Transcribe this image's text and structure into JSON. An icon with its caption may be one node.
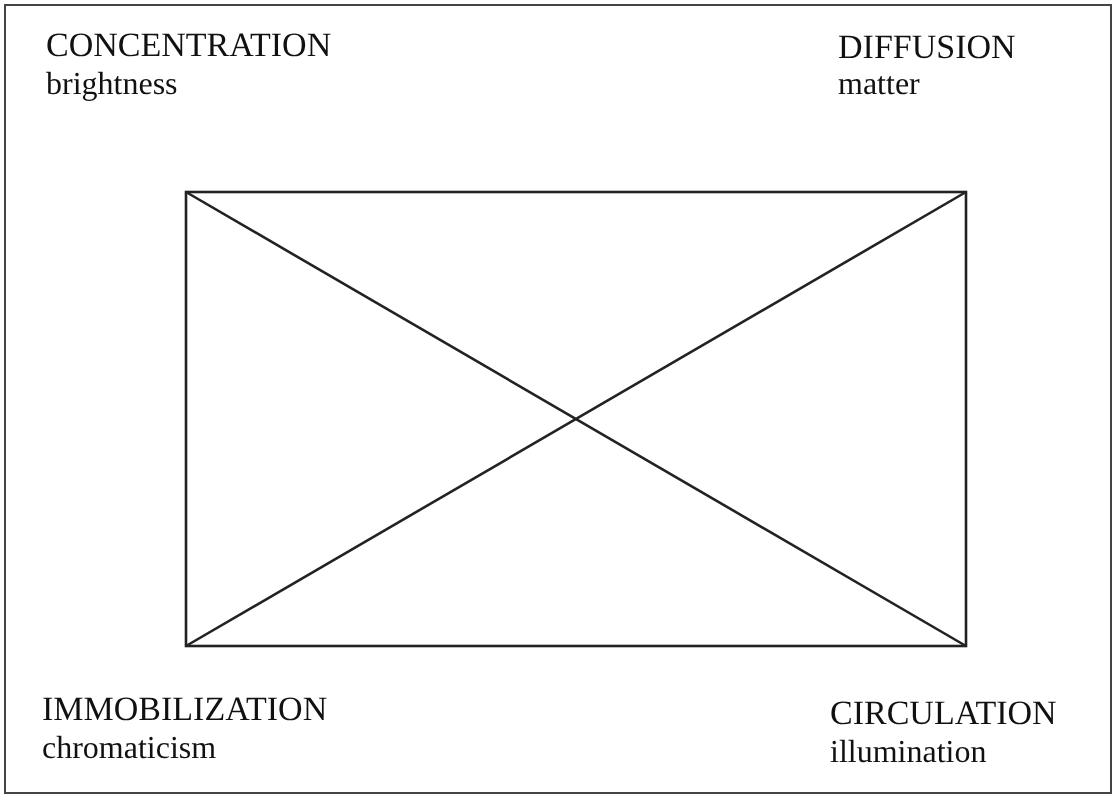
{
  "diagram": {
    "labels": [
      "CONCENTRATION",
      "brightness",
      "DIFFUSION",
      "matter",
      "IMMOBILIZATION",
      "chromaticism",
      "CIRCULATION",
      "illumination"
    ]
  }
}
